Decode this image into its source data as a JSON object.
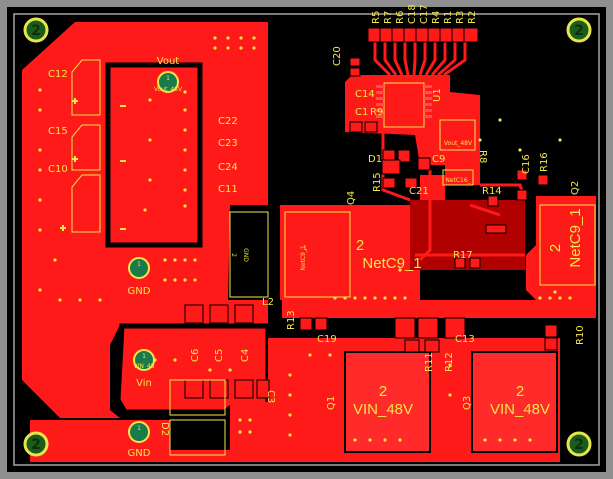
{
  "colors": {
    "background": "#000000",
    "copper_top": "#ff1a1a",
    "copper_dark": "#a00000",
    "silkscreen": "#f1e64a",
    "border": "#a6a6a6",
    "mounting_hole": "#e6e64a",
    "via": "#f5e14d"
  },
  "mounting_holes": {
    "label": "2"
  },
  "connectors": {
    "vout": {
      "title": "Vout",
      "pin": "1",
      "net": "Vout_48V"
    },
    "gnd_top": {
      "pin": "1",
      "title": "GND"
    },
    "vin": {
      "pin": "1",
      "net": "VIN_48",
      "title": "Vin"
    },
    "gnd_bottom": {
      "pin": "1",
      "title": "GND"
    }
  },
  "refdes": {
    "top_row": [
      "R5",
      "R7",
      "R6",
      "C18",
      "C17",
      "R4",
      "R1",
      "R3",
      "R2"
    ],
    "c20": "C20",
    "c12": "C12",
    "c15": "C15",
    "c10": "C10",
    "c22": "C22",
    "c23": "C23",
    "c24": "C24",
    "c11": "C11",
    "c14": "C14",
    "c1": "C1",
    "r9": "R9",
    "u1": "U1",
    "d1": "D1",
    "c9": "C9",
    "r8": "R8",
    "r15": "R15",
    "c21": "C21",
    "r14": "R14",
    "c16": "C16",
    "r16": "R16",
    "q2": "Q2",
    "q4": "Q4",
    "r17": "R17",
    "l2": "L2",
    "r13": "R13",
    "c19": "C19",
    "c13": "C13",
    "r10": "R10",
    "c6": "C6",
    "c5": "C5",
    "c4": "C4",
    "c3": "C3",
    "r11": "R11",
    "r12": "R12",
    "q1": "Q1",
    "q3": "Q3",
    "d2": "D2"
  },
  "net_labels": {
    "q4_pin": "2",
    "q4_net": "NetC9_1",
    "q2_pin": "2",
    "q2_net": "NetC9_1",
    "q1_pin": "2",
    "q1_net": "VIN_48V",
    "q3_pin": "2",
    "q3_net": "VIN_48V",
    "l2_pin1": "1",
    "l2_net": "NetC9_1",
    "l2_pin2": "2",
    "l2_gnd": "GND",
    "vout_small": "Vout_48V",
    "netc16": "NetC16_"
  }
}
